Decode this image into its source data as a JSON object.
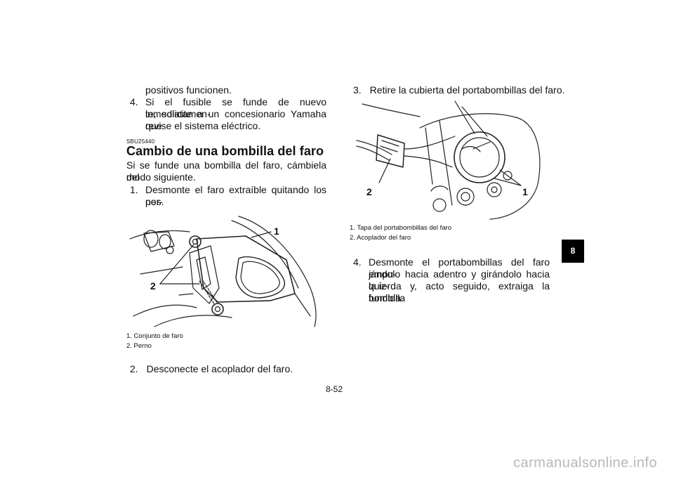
{
  "left_column": {
    "cont_line": "positivos funcionen.",
    "step4_num": "4.",
    "step4_l1": "Si el fusible se funde de nuevo inmediatamen-",
    "step4_l2": "te, solicite a un concesionario Yamaha que",
    "step4_l3": "revise el sistema eléctrico.",
    "section_code": "SBU25440",
    "section_title": "Cambio de una bombilla del faro",
    "intro_l1": "Si se funde una bombilla del faro, cámbiela del",
    "intro_l2": "modo siguiente.",
    "step1_num": "1.",
    "step1_l1": "Desmonte el faro extraíble quitando los per-",
    "step1_l2": "nos.",
    "figure1": {
      "callout_1": "1",
      "callout_2": "2"
    },
    "caption1_l1": "1.  Conjunto de faro",
    "caption1_l2": "2.  Perno",
    "step2_num": "2.",
    "step2_text": "Desconecte el acoplador del faro."
  },
  "right_column": {
    "step3_num": "3.",
    "step3_text": "Retire la cubierta del portabombillas del faro.",
    "figure2": {
      "callout_1": "1",
      "callout_2": "2"
    },
    "caption2_l1": "1.  Tapa del portabombillas del faro",
    "caption2_l2": "2.  Acoplador del faro",
    "step4_num": "4.",
    "step4_l1": "Desmonte el portabombillas del faro empu-",
    "step4_l2": "jándolo hacia adentro y girándolo hacia la iz-",
    "step4_l3": "quierda y, acto seguido, extraiga la bombilla",
    "step4_l4": "fundida."
  },
  "chapter_tab": "8",
  "page_number": "8-52",
  "watermark": "carmanualsonline.info"
}
